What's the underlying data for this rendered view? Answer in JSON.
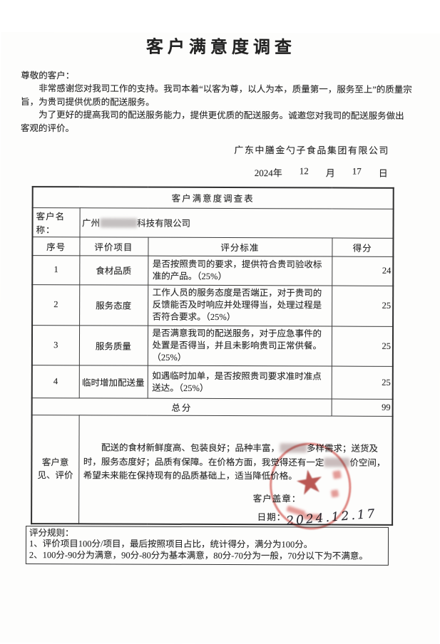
{
  "page": {
    "title": "客户满意度调查",
    "salutation": "尊敬的客户：",
    "para1": "非常感谢您对我司工作的支持。我司本着“以客为尊，以人为本，质量第一，服务至上”的质量宗旨，为贵司提供优质的配送服务。",
    "para2": "为了更好的提高我司的配送服务能力，提供更优质的配送服务。诚邀您对我司的配送服务做出客观的评价。",
    "company": "广东中膳金勺子食品集团有限公司",
    "date": {
      "y": "2024年",
      "m": "12",
      "m_label": "月",
      "d": "17",
      "d_label": "日"
    }
  },
  "table": {
    "title": "客户满意度调查表",
    "client_label": "客户名称：",
    "client_prefix": "广州",
    "client_suffix": "科技有限公司",
    "headers": {
      "no": "序号",
      "item": "评价项目",
      "criteria": "评分标准",
      "score": "得分"
    },
    "rows": [
      {
        "no": "1",
        "item": "食材品质",
        "criteria": "是否按照贵司的要求，提供符合贵司验收标准的产品。（25%）",
        "score": "24"
      },
      {
        "no": "2",
        "item": "服务态度",
        "criteria": "工作人员的服务态度是否端正，对于贵司的反馈能否及时响应并处理得当，处理过程是否符合要求。（25%）",
        "score": "25"
      },
      {
        "no": "3",
        "item": "服务质量",
        "criteria": "是否满意我司的配送服务，对于应急事件的处置是否得当，并且未影响贵司正常供餐。（25%）",
        "score": "25"
      },
      {
        "no": "4",
        "item": "临时增加配送量",
        "criteria": "如遇临时加单，是否按照贵司要求准时准点送达。（25%）",
        "score": "25"
      }
    ],
    "total_label": "总分",
    "total_score": "99",
    "opinion_label": "客户意见、评价",
    "opinion": {
      "part1": "配送的食材新鲜度高、包装良好；品种丰富，",
      "part2": "多样需求；送货及时，服务态度好；品质有保障。在价格方面，我觉得还有一定",
      "part3": "价空间，希望未来能在保持现有的品质基础上，适当降低价格。"
    },
    "stamp_label": "客户盖章：",
    "date_label": "日期：",
    "handwritten_date": "2024.12.17"
  },
  "rules": {
    "title": "评分规则：",
    "rule1": "1、评价项目100分/项目，最后按照项目占比，统计得分，满分为100分。",
    "rule2": "2、100分-90分为满意，90分-80分为基本满意，80分-70分为一般，70分以下为不满意。"
  },
  "colors": {
    "seal_red": "#cb3a34",
    "ink": "#262626"
  }
}
